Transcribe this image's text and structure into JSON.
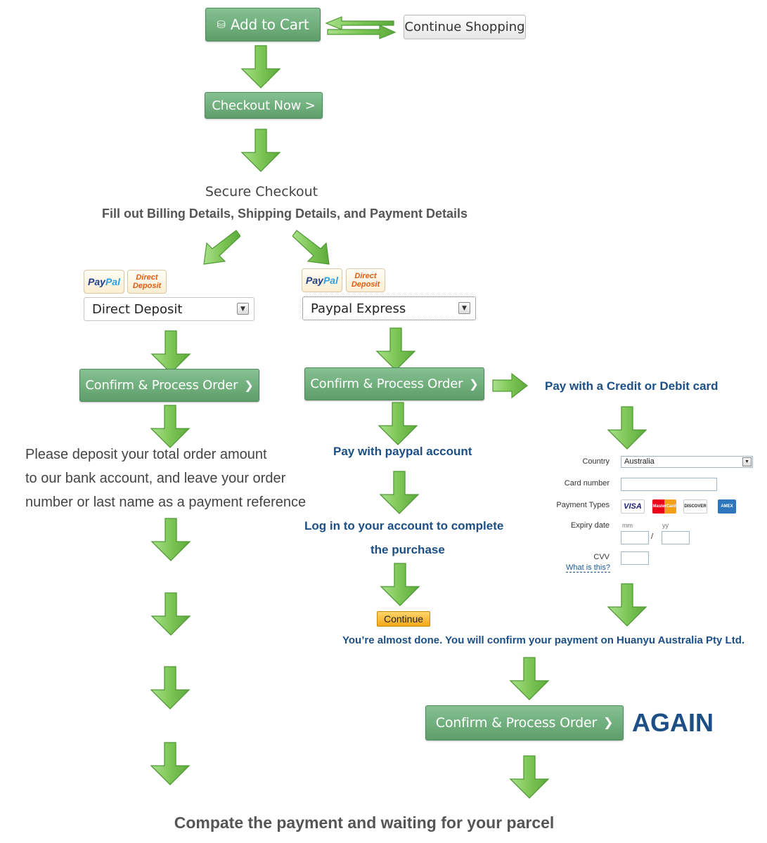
{
  "colors": {
    "button_green": "#6daf7a",
    "arrow_green": "#7dc656",
    "blue_text": "#1b4f86",
    "paypal_dark": "#1f3f86",
    "paypal_light": "#2f9fde",
    "deposit_orange": "#e35b12",
    "continue_yellow": "#f7b524"
  },
  "icons": {
    "arrow": "green-down-arrow-icon",
    "cart": "cart-icon",
    "chevron": "chevron-right-icon"
  },
  "step_add_to_cart": {
    "label": "Add to Cart",
    "continue_shopping": "Continue Shopping"
  },
  "step_checkout": {
    "label": "Checkout Now >"
  },
  "secure_checkout": {
    "title": "Secure Checkout",
    "subtitle": "Fill out Billing Details, Shipping Details, and Payment Details"
  },
  "payment_badges": {
    "paypal_pay": "Pay",
    "paypal_pal": "Pal",
    "deposit_line1": "Direct",
    "deposit_line2": "Deposit"
  },
  "left_branch": {
    "select_value": "Direct Deposit",
    "confirm_label": "Confirm & Process Order",
    "instruction_lines": [
      "Please deposit your total order amount",
      "to our bank account, and leave your order",
      "number or last name as a payment reference"
    ]
  },
  "middle_branch": {
    "select_value": "Paypal Express",
    "confirm_label": "Confirm & Process Order",
    "pay_account": "Pay with paypal account",
    "login_line1": "Log in to your account to complete",
    "login_line2": "the purchase",
    "continue_label": "Continue"
  },
  "right_branch": {
    "pay_card": "Pay with a Credit or Debit card",
    "form": {
      "country_label": "Country",
      "country_value": "Australia",
      "card_number_label": "Card number",
      "payment_types_label": "Payment Types",
      "expiry_label": "Expiry date",
      "mm": "mm",
      "yy": "yy",
      "slash": "/",
      "cvv_label": "CVV",
      "what_is_this": "What is this?",
      "cards": [
        "VISA",
        "MasterCard",
        "DISCOVER",
        "AMEX"
      ]
    }
  },
  "almost_done": "You’re almost done. You will confirm your payment on Huanyu Australia Pty Ltd.",
  "final_confirm": {
    "label": "Confirm & Process Order",
    "again": "AGAIN"
  },
  "footer": "Compate the payment and waiting for your parcel"
}
